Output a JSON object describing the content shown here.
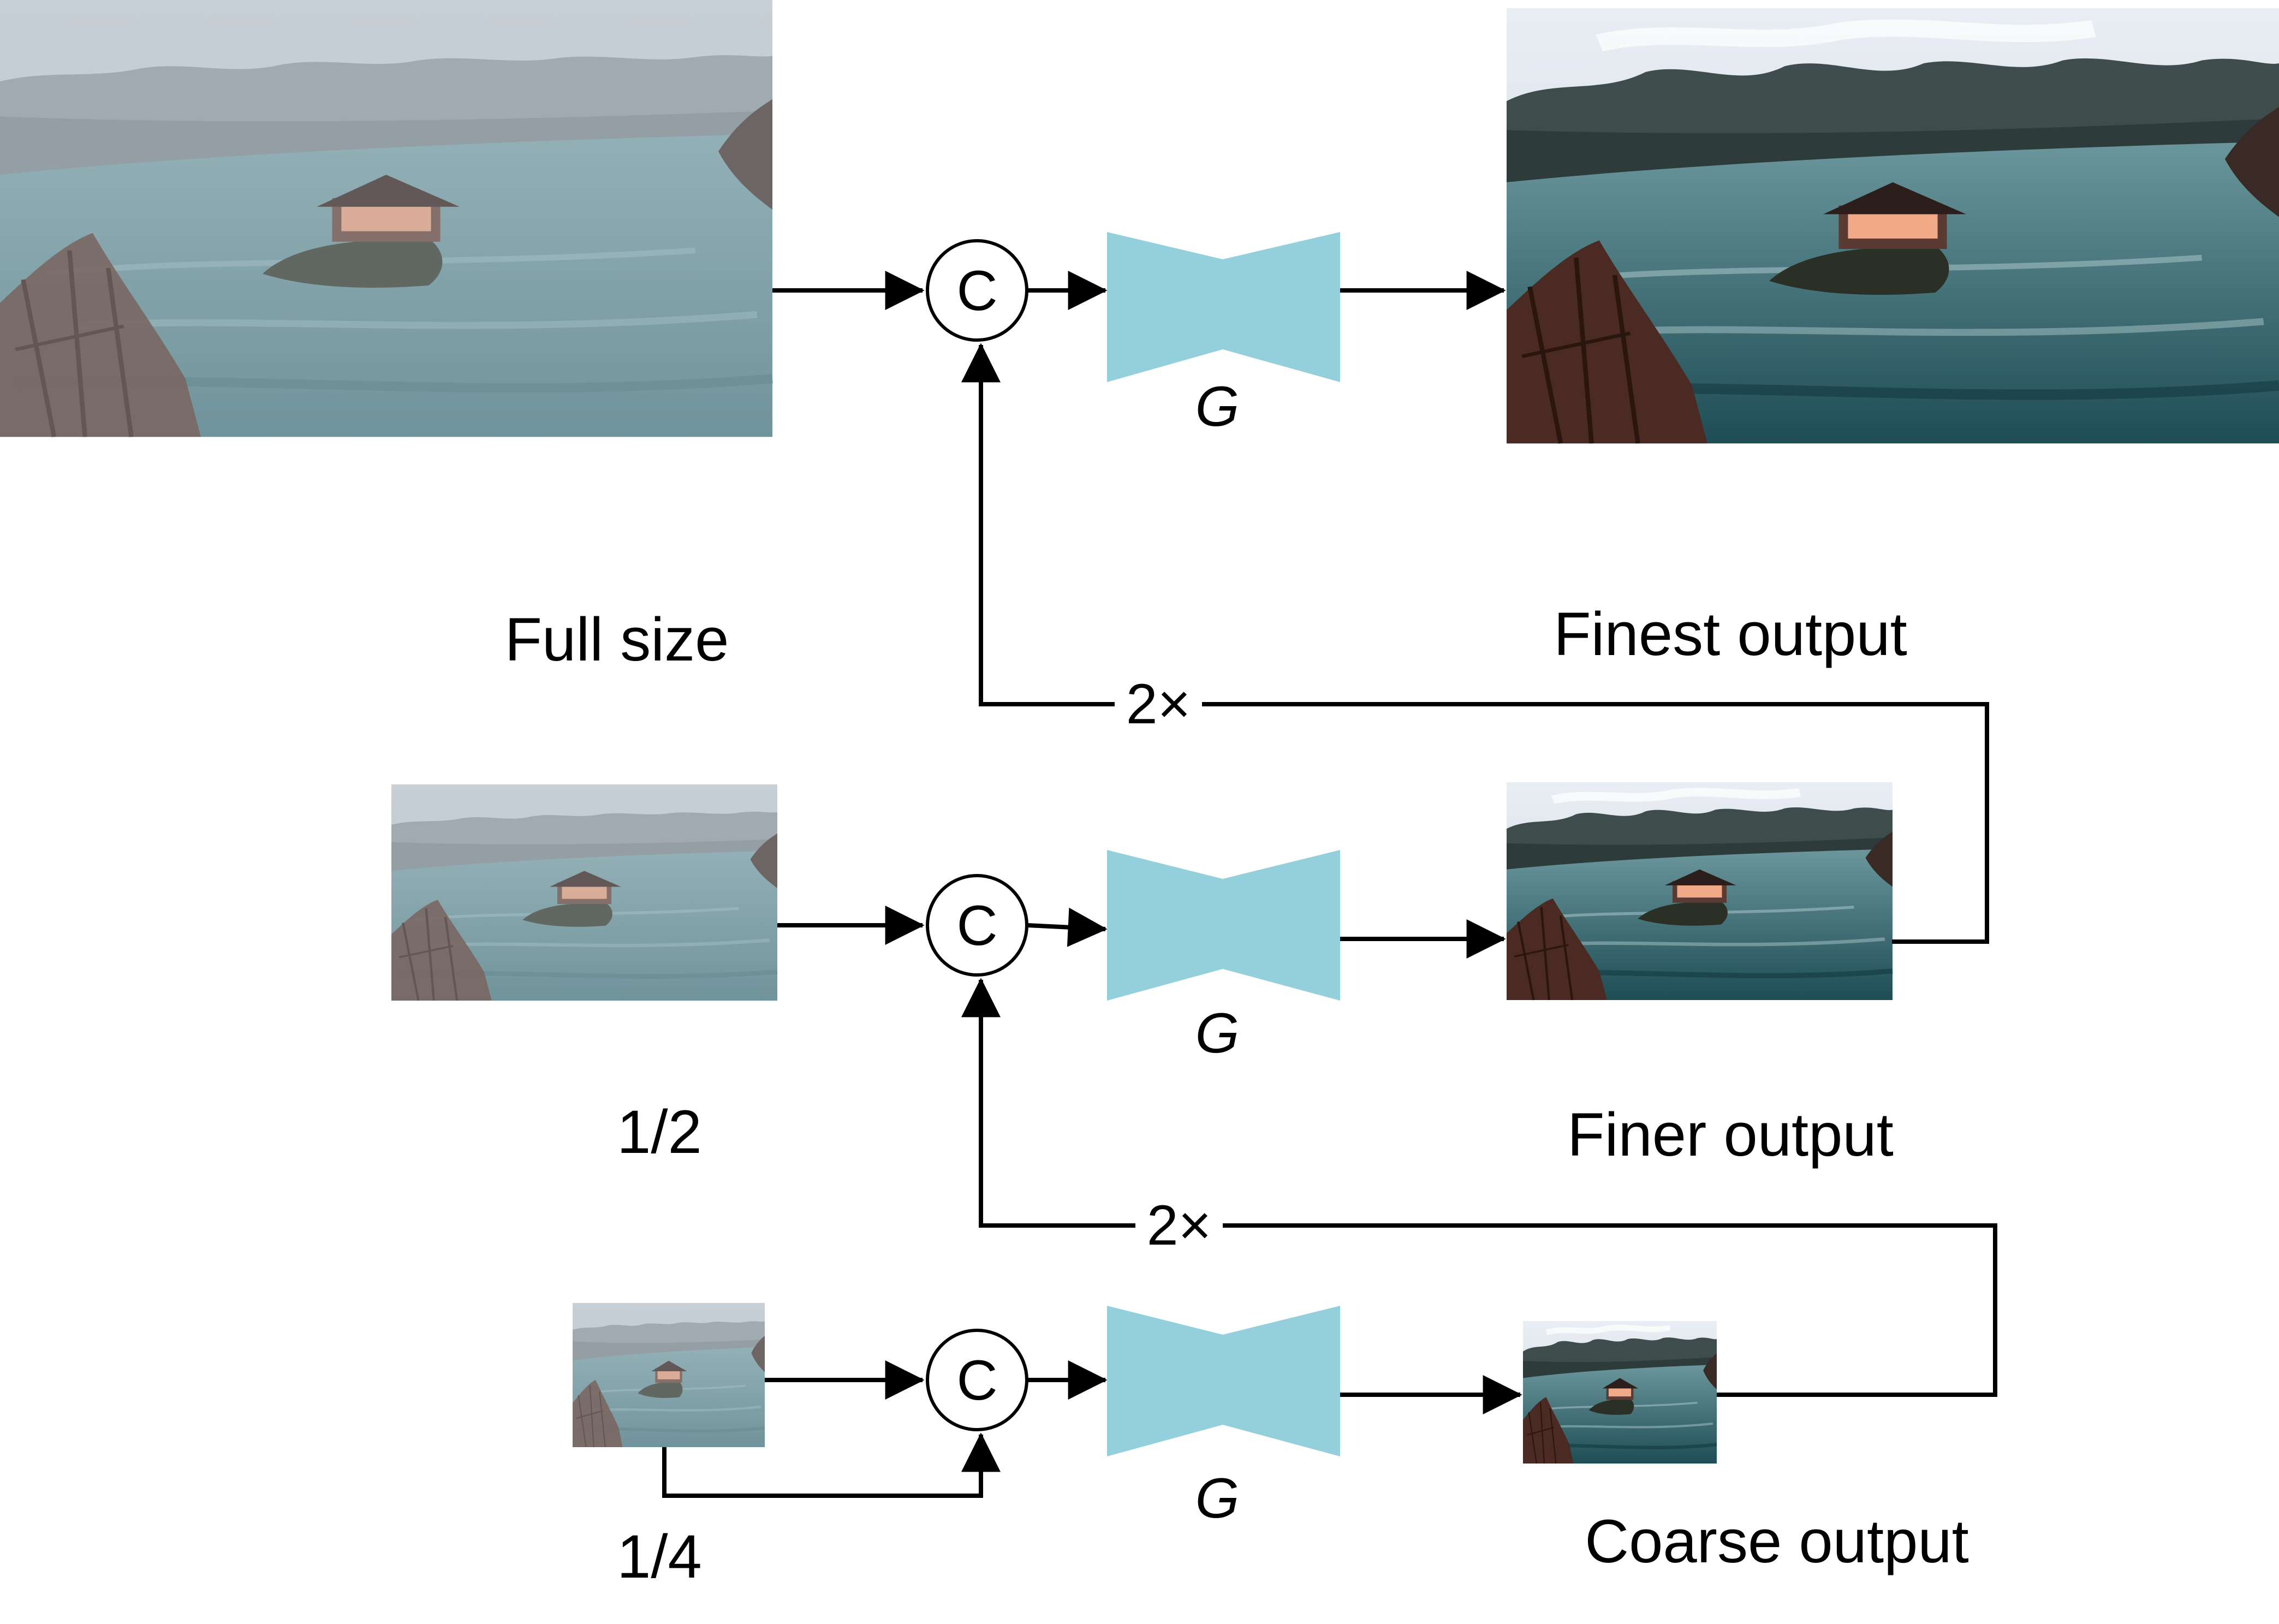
{
  "colors": {
    "generator": "#93d0db",
    "line": "#000000",
    "fog": "#aebcc6",
    "treeline": "#5f6e72",
    "water_light": "#6f9aa0",
    "water_dark": "#2f5e66",
    "sky_clear": "#dfe6ee",
    "roof": "#3b2a26",
    "house_lit": "#e0a080",
    "rock": "#3a4035",
    "brush": "#5a3a30"
  },
  "concat_symbol": "C",
  "generator_symbol": "G",
  "upsample_label": "2×",
  "inputs": [
    {
      "label": "Full size",
      "style": "hazy"
    },
    {
      "label": "1/2",
      "style": "hazy"
    },
    {
      "label": "1/4",
      "style": "hazy"
    }
  ],
  "outputs": [
    {
      "label": "Finest output",
      "style": "clear"
    },
    {
      "label": "Finer output",
      "style": "clear"
    },
    {
      "label": "Coarse output",
      "style": "clear"
    }
  ]
}
